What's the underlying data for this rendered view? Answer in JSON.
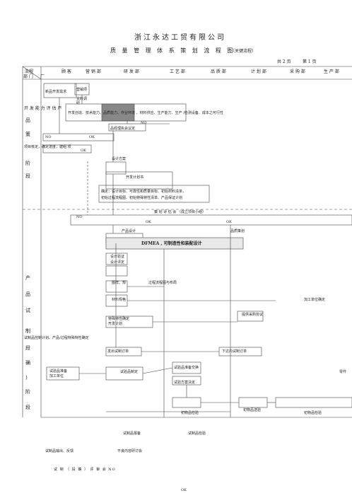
{
  "header": {
    "company": "浙江永达工贸有限公司",
    "doc_title": "质 量 管 理 体 系 策 划 流 程 图",
    "doc_subtitle": "（关键流程）",
    "pages_total": "共 2 页",
    "page_no": "第 1 页"
  },
  "columns": {
    "corner_top": "流程",
    "corner_left": "部 门",
    "corner_mid": "厂",
    "items": [
      "顾 客",
      "营 销 部",
      "研 发 部",
      "工 艺 部",
      "品 质 部",
      "计 划 部",
      "采 购 部",
      "生 产 部"
    ]
  },
  "phases": {
    "phase1": [
      "品",
      "策",
      "阶",
      "段"
    ],
    "phase2": [
      "产",
      "品",
      "试",
      "制",
      "段",
      "确",
      ")",
      "阶",
      "段"
    ]
  },
  "flow": {
    "new_product_need": "新品开发需求",
    "sales_rep": "营销项",
    "info_material": "资料调",
    "info_material_2": "研",
    "dev_ability": "开 发 能 力 评 估 产",
    "dev_ability_detail": "开发创造、技术能力、品质能力、作业环境 、材料供应、生产能力、生产 /检测设备、成本之可行性",
    "no": "NO",
    "ok": "OK",
    "feasibility_review": "品经理执会议定",
    "project_approval": "项目核定，确定进度，建组 项",
    "design_plan": "设计方案",
    "dev_plan_book": "开发计划书",
    "confirm_detail": "确定：设计目标、可靠性和质量目标、初始材料清单，",
    "confirm_detail_2": "初始过程流程图、初始特殊特性清单、产品保证计划",
    "planning_review": "策 划 评 估 会 （成立项目小组）",
    "product_design": "产品设计",
    "quality_plan": "品质策划",
    "dfmea": "DFMEA , 可制造性和装配设计",
    "design_verify": "设计验证",
    "design_review": "设计评定",
    "drawing_spec": "图样、规",
    "process_flow_draft": "过程流程图与布局",
    "material_spec": "材料规格",
    "supplier_confirm": "加工单位确定",
    "purchase_agreement": "提供采购协议",
    "special_char": "特殊特性确定",
    "dev_plan2": "开发计划",
    "control_plan_sample": "试制品控制计划、产品/过程特殊特性确定",
    "trial_order": "发出试制订单",
    "trial_order_receive": "下达内试制订单",
    "sample_prep": "试验品准备",
    "trial_processing": "试验品制定",
    "sample_confirm": "试验品准备交换",
    "processing_unit": "加工单位",
    "parts": "零件",
    "trial_plan": "试验方案决定",
    "initial_check": "初物品检验",
    "initial_receipt": "初物品送验",
    "initial_check2": "初物品检验",
    "trial_result_report": "试制品报备",
    "trial_inspection": "试制品检验",
    "output_feedback": "试制品输出、反馈",
    "defect_review": "不良内容研讨会",
    "trial_review": "试 制 （ 投 确 ） 评 审 会 NO",
    "ok_bottom": "OK"
  }
}
